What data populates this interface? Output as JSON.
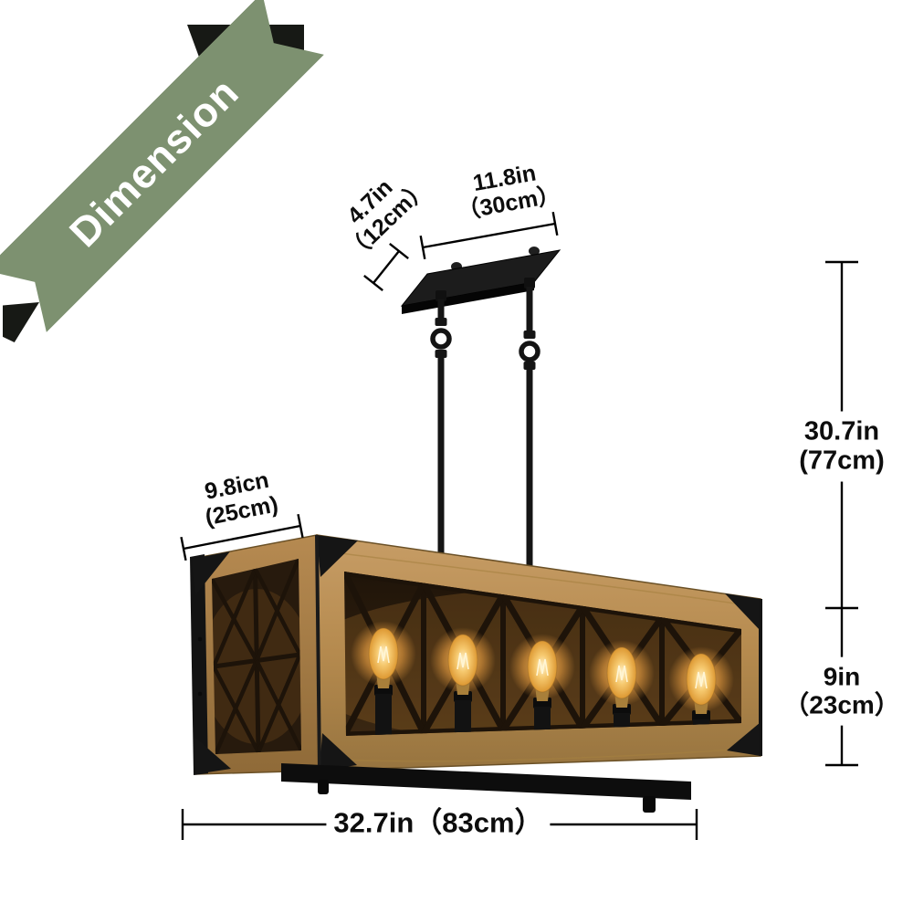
{
  "ribbon": {
    "label": "Dimension"
  },
  "dimensions": {
    "canopy_depth": {
      "value": "4.7in",
      "metric": "（12cm）"
    },
    "canopy_width": {
      "value": "11.8in",
      "metric": "（30cm）"
    },
    "drop_height": {
      "value": "30.7in",
      "metric": "(77cm)"
    },
    "body_height": {
      "value": "9in",
      "metric": "（23cm）"
    },
    "body_depth": {
      "value": "9.8icn",
      "metric": "(25cm)"
    },
    "body_width": {
      "value": "32.7in（83cm）"
    }
  },
  "illustration": {
    "bulb_count": 5,
    "colors": {
      "ribbon_green": "#7d9170",
      "wood": "#b58a4e",
      "metal_black": "#141414",
      "bulb_glow": "#f0b254"
    }
  }
}
